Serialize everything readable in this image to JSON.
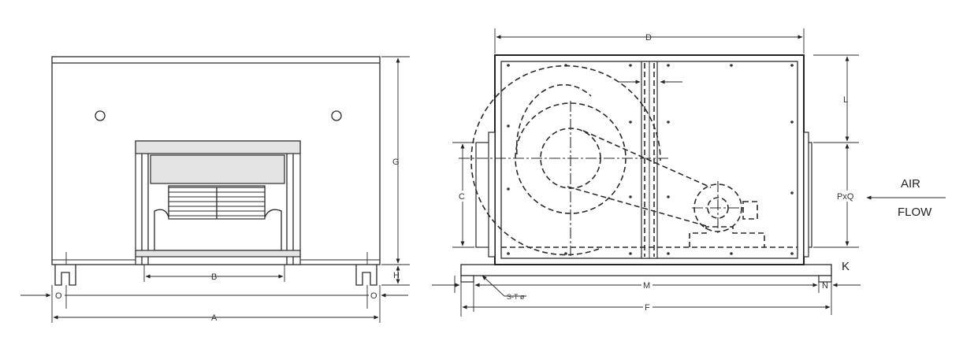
{
  "front_view": {
    "dims": {
      "A": "A",
      "B": "B",
      "G": "G",
      "H": "H",
      "O_left": "O",
      "O_right": "O"
    }
  },
  "side_view": {
    "dims": {
      "D": "D",
      "L": "L",
      "C": "C",
      "PxQ": "PxQ",
      "K": "K",
      "M": "M",
      "N": "N",
      "F": "F",
      "ST": "S-T ø"
    }
  },
  "airflow": {
    "line1": "AIR",
    "line2": "FLOW"
  },
  "colors": {
    "line": "#2a2a2a",
    "panel_fill": "#e4e4e4",
    "background": "#ffffff"
  }
}
